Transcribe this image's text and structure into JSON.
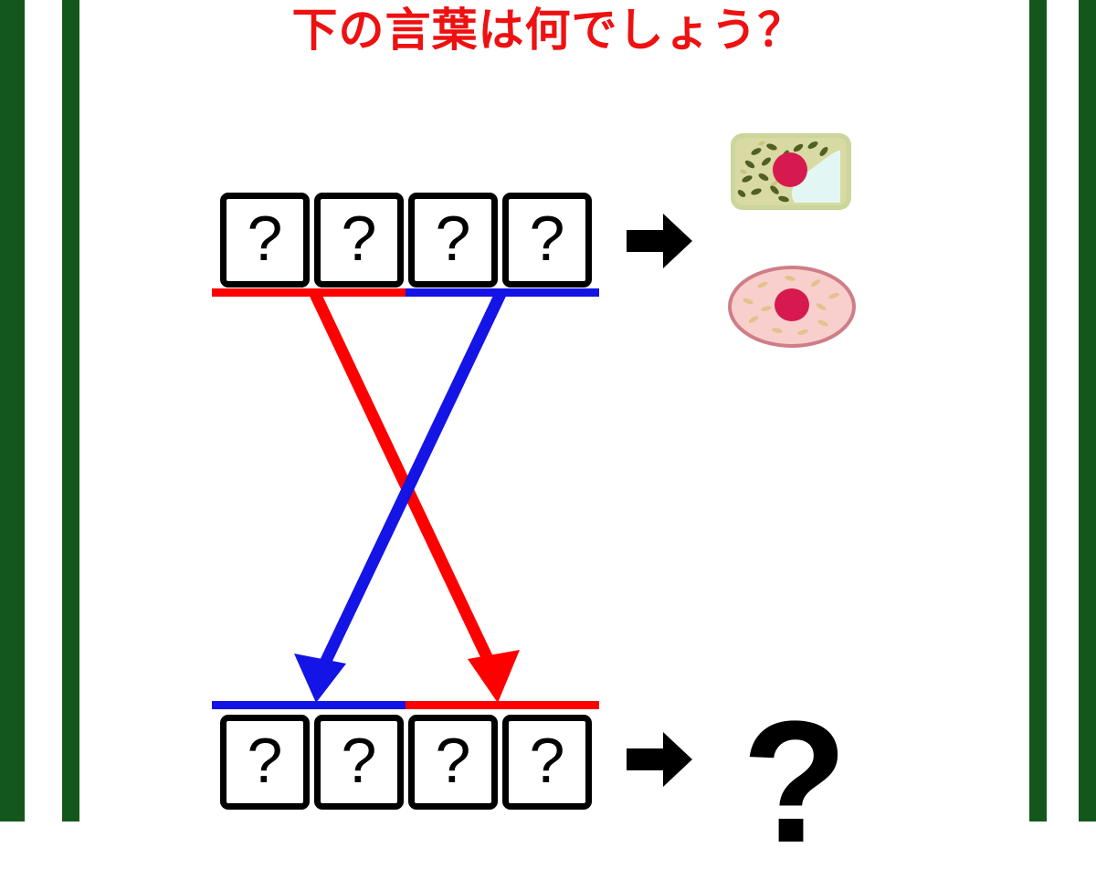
{
  "page": {
    "title_text": "下の言葉は何でしょう？",
    "background_color": "#ffffff",
    "border_color": "#14571c"
  },
  "puzzle": {
    "top_row": {
      "boxes": [
        {
          "label": "?"
        },
        {
          "label": "?"
        },
        {
          "label": "?"
        },
        {
          "label": "?"
        }
      ],
      "underline_left_color": "#ff0000",
      "underline_right_color": "#1414e6"
    },
    "bottom_row": {
      "boxes": [
        {
          "label": "?"
        },
        {
          "label": "?"
        },
        {
          "label": "?"
        },
        {
          "label": "?"
        }
      ],
      "underline_left_color": "#1414e6",
      "underline_right_color": "#ff0000"
    },
    "swap_arrows": [
      {
        "name": "red-swap-arrow",
        "color": "#ff0000",
        "from_side": "left",
        "to_side": "right"
      },
      {
        "name": "blue-swap-arrow",
        "color": "#1414e6",
        "from_side": "right",
        "to_side": "left"
      }
    ]
  },
  "clues": {
    "top_arrow_icon": "right-arrow-icon",
    "bottom_arrow_icon": "right-arrow-icon",
    "plant_cell": {
      "icon": "plant-cell-icon",
      "wall_color": "#cbd69a",
      "cytoplasm_color": "#d9d9a3",
      "nucleus_color": "#d61a50",
      "vacuole_color": "#e2f7f4",
      "chloroplast_color": "#4f5f25"
    },
    "animal_cell": {
      "icon": "animal-cell-icon",
      "membrane_color": "#cf7e87",
      "cytoplasm_color": "#f9cfcd",
      "nucleus_color": "#d61a50",
      "organelle_color": "#e6c08a"
    },
    "answer_placeholder": "?"
  }
}
